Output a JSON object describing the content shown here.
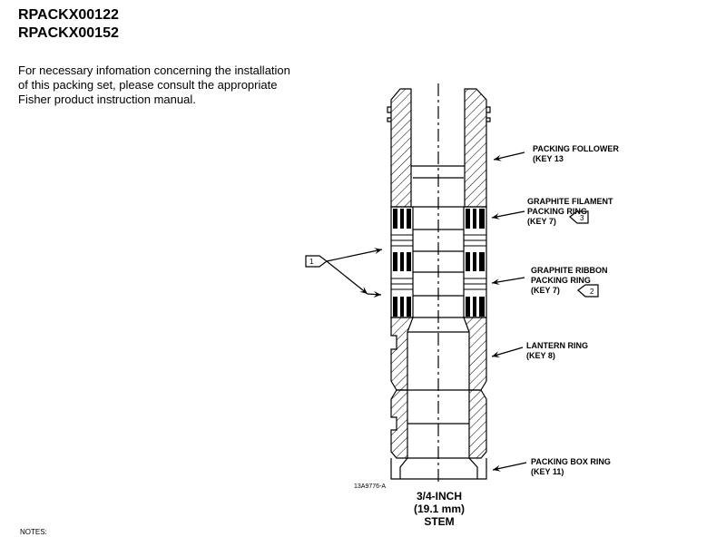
{
  "header": {
    "titles": [
      "RPACKX00122",
      "RPACKX00152"
    ]
  },
  "intro": {
    "lines": [
      "For necessary infomation concerning the installation",
      "of this packing set, please consult the appropriate",
      "Fisher product instruction manual."
    ]
  },
  "diagram": {
    "callouts": [
      {
        "lines": [
          "PACKING FOLLOWER",
          "(KEY 13"
        ]
      },
      {
        "lines": [
          "GRAPHITE FILAMENT",
          "PACKING RING",
          "(KEY 7)"
        ],
        "note": "3"
      },
      {
        "lines": [
          "GRAPHITE RIBBON",
          "PACKING RING",
          "(KEY 7)"
        ],
        "note": "2"
      },
      {
        "lines": [
          "LANTERN RING",
          "(KEY 8)"
        ]
      },
      {
        "lines": [
          "PACKING BOX RING",
          "(KEY 11)"
        ]
      }
    ],
    "note_flag": "1",
    "drawing_number": "13A9776-A",
    "caption": [
      "3/4-INCH",
      "(19.1 mm)",
      "STEM"
    ]
  },
  "footer": {
    "notes_label": "NOTES:"
  }
}
